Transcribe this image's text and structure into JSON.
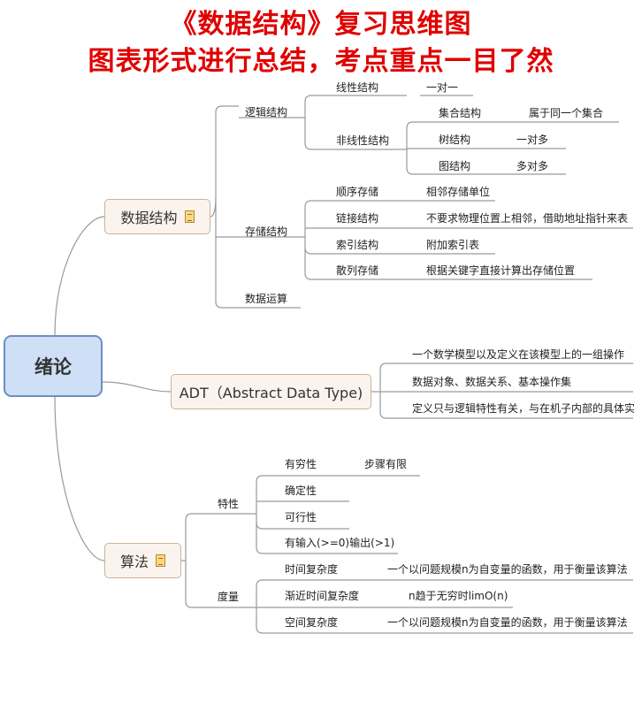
{
  "title": {
    "line1": "《数据结构》复习思维图",
    "line2": "图表形式进行总结，考点重点一目了然"
  },
  "root": "绪论",
  "topics": {
    "ds": "数据结构",
    "adt": "ADT（Abstract Data Type)",
    "algo": "算法"
  },
  "nodes": {
    "logic": "逻辑结构",
    "linear": "线性结构",
    "one_one": "一对一",
    "nonlinear": "非线性结构",
    "set": "集合结构",
    "set_desc": "属于同一个集合",
    "tree": "树结构",
    "tree_desc": "一对多",
    "graph": "图结构",
    "graph_desc": "多对多",
    "storage": "存储结构",
    "seq": "顺序存储",
    "seq_desc": "相邻存储单位",
    "link": "链接结构",
    "link_desc": "不要求物理位置上相邻，借助地址指针来表",
    "index": "索引结构",
    "index_desc": "附加索引表",
    "hash": "散列存储",
    "hash_desc": "根据关键字直接计算出存储位置",
    "ops": "数据运算",
    "adt1": "一个数学模型以及定义在该模型上的一组操作",
    "adt2": "数据对象、数据关系、基本操作集",
    "adt3": "定义只与逻辑特性有关，与在机子内部的具体实",
    "traits": "特性",
    "finite": "有穷性",
    "finite_desc": "步骤有限",
    "definite": "确定性",
    "feasible": "可行性",
    "io": "有输入(>=0)输出(>1)",
    "measure": "度量",
    "time": "时间复杂度",
    "time_desc": "一个以问题规模n为自变量的函数，用于衡量该算法",
    "asym": "渐近时间复杂度",
    "asym_desc": "n趋于无穷时limO(n)",
    "space": "空间复杂度",
    "space_desc": "一个以问题规模n为自变量的函数，用于衡量该算法"
  }
}
